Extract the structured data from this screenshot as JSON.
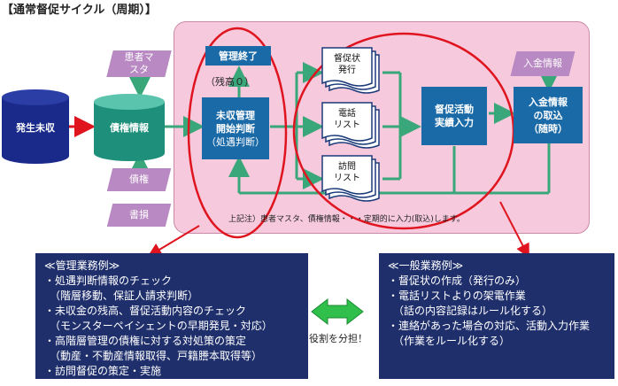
{
  "title": "【通常督促サイクル（周期）】",
  "nodes": {
    "hassei": "発生未収",
    "saiken": "債権情報",
    "kanja_master": "患者マスタ",
    "saiken_input": "債権",
    "shoson": "書損",
    "kanri_shuryo": "管理終了",
    "zandaka": "（残高０）",
    "mishu_kanri": "未収管理",
    "kaishi_handan": "開始判断",
    "shogu_handan": "（処遇判断）",
    "tokusoku_jo": "督促状",
    "hakko": "発行",
    "denwa": "電話",
    "risuto1": "リスト",
    "homon": "訪問",
    "risuto2": "リスト",
    "tokusoku_katsudo": "督促活動",
    "jisseki_nyuryoku": "実績入力",
    "nyukin_joho_tag": "入金情報",
    "nyukin_joho": "入金情報",
    "no_torikomi": "の取込",
    "zuiji": "（随時）"
  },
  "note": "上記注）患者マスタ、債権情報・・・定期的に入力(取込)します。",
  "kanri_box": {
    "header": "≪管理業務例≫",
    "lines": [
      "・処遇判断情報のチェック",
      "　（階層移動、保証人請求判断）",
      "・未収金の残高、督促活動内容のチェック",
      "　（モンスターペイシェントの早期発見・対応）",
      "・高階層管理の債権に対する対処策の策定",
      "　（動産・不動産情報取得、戸籍謄本取得等）",
      "・訪問督促の策定・実施"
    ]
  },
  "ippan_box": {
    "header": "≪一般業務例≫",
    "lines": [
      "・督促状の作成（発行のみ）",
      "・電話リストよりの架電作業",
      "　（話の内容記録はルール化する）",
      "・連絡があった場合の対応、活動入力作業",
      "　（作業をルール化する）"
    ]
  },
  "role_label": "役割を分担！",
  "colors": {
    "panel": "#f6c9dd",
    "blue": "#1b6aa8",
    "navy": "#1f2f6c",
    "para": "#b889c2",
    "green_arrow": "#3aa77a",
    "red": "#e0141e"
  }
}
